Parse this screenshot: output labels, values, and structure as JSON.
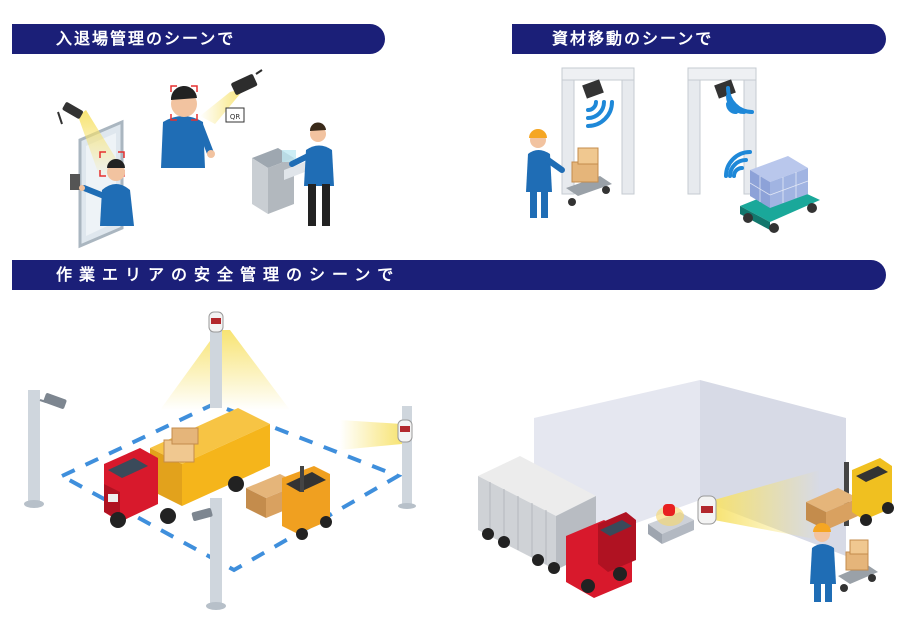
{
  "sections": {
    "entry_exit": {
      "title": "入退場管理のシーンで"
    },
    "material_movement": {
      "title": "資材移動のシーンで"
    },
    "work_area_safety": {
      "title": "作業エリアの安全管理のシーンで"
    }
  },
  "illustration": {
    "qr_label": "QR"
  },
  "colors": {
    "banner": "#1b1f78",
    "worker_shirt": "#1f6db5",
    "truck_red": "#d8192c",
    "truck_bed": "#f5b51b",
    "signal_blue": "#1e88d8",
    "light_beam": "#f7e26b"
  }
}
